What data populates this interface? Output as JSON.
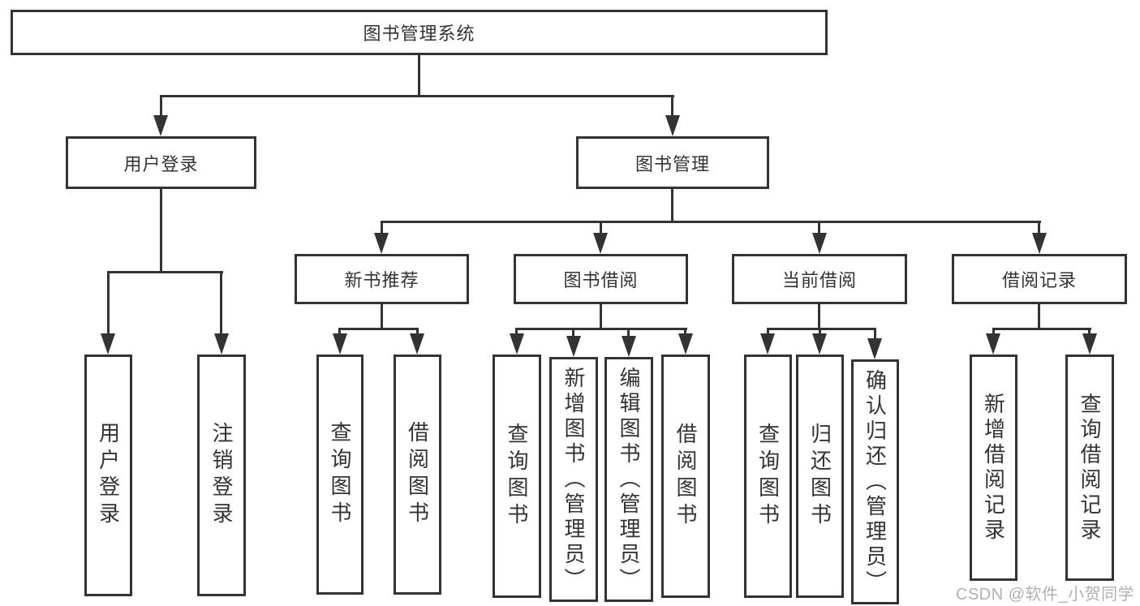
{
  "diagram": {
    "root": {
      "label": "图书管理系统"
    },
    "level2": [
      {
        "label": "用户登录"
      },
      {
        "label": "图书管理"
      }
    ],
    "level3": [
      {
        "label": "新书推荐"
      },
      {
        "label": "图书借阅"
      },
      {
        "label": "当前借阅"
      },
      {
        "label": "借阅记录"
      }
    ],
    "leaves": {
      "user_login": [
        "用户登录",
        "注销登录"
      ],
      "new_book": [
        "查询图书",
        "借阅图书"
      ],
      "borrow": [
        "查询图书",
        "新增图书（管理员）",
        "编辑图书（管理员）",
        "借阅图书"
      ],
      "current": [
        "查询图书",
        "归还图书",
        "确认归还（管理员）"
      ],
      "records": [
        "新增借阅记录",
        "查询借阅记录"
      ]
    },
    "watermark": "CSDN @软件_小贺同学",
    "colors": {
      "line": "#333333",
      "text": "#333333",
      "background": "#ffffff",
      "watermark": "#b0b0b0"
    }
  }
}
